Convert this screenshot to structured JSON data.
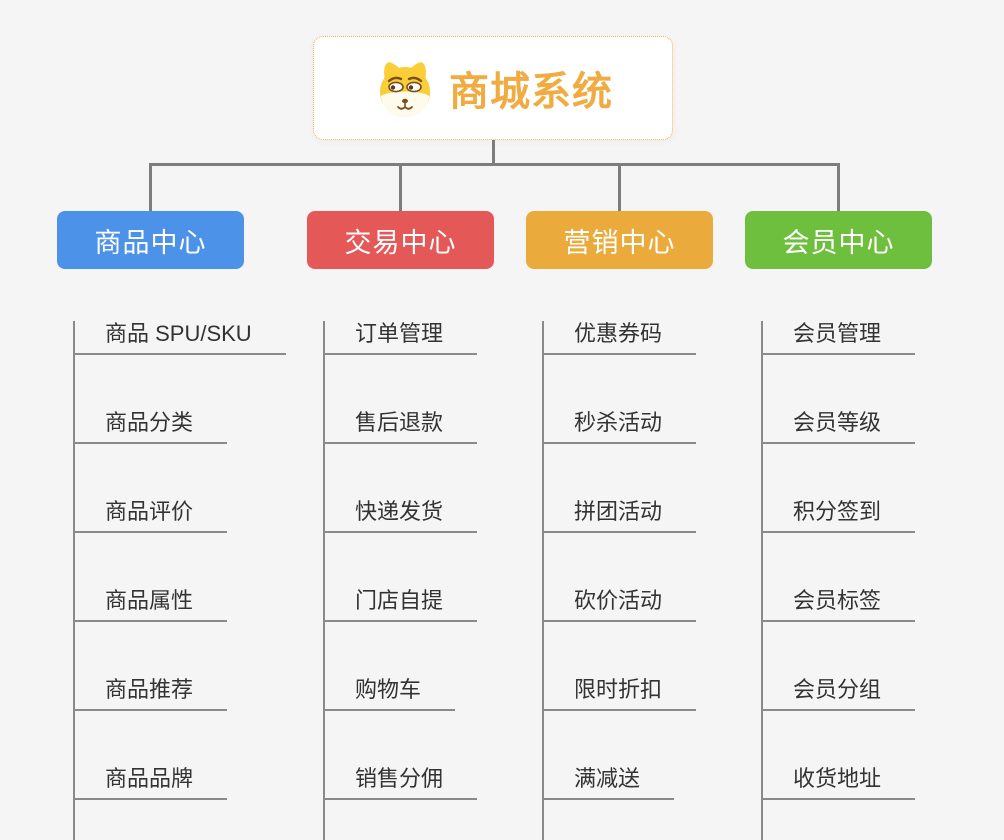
{
  "root": {
    "title": "商城系统",
    "icon": "dog-face-icon"
  },
  "branches": [
    {
      "label": "商品中心",
      "color": "#4C92E9",
      "children": [
        "商品 SPU/SKU",
        "商品分类",
        "商品评价",
        "商品属性",
        "商品推荐",
        "商品品牌"
      ]
    },
    {
      "label": "交易中心",
      "color": "#E45858",
      "children": [
        "订单管理",
        "售后退款",
        "快递发货",
        "门店自提",
        "购物车",
        "销售分佣"
      ]
    },
    {
      "label": "营销中心",
      "color": "#EBAB3C",
      "children": [
        "优惠券码",
        "秒杀活动",
        "拼团活动",
        "砍价活动",
        "限时折扣",
        "满减送"
      ]
    },
    {
      "label": "会员中心",
      "color": "#6FBF3F",
      "children": [
        "会员管理",
        "会员等级",
        "积分签到",
        "会员标签",
        "会员分组",
        "收货地址"
      ]
    }
  ],
  "colors": {
    "background": "#F5F5F5",
    "root_accent": "#F0AC43",
    "root_border": "#F2AC4B",
    "connector": "#7D7D7D",
    "leaf_line": "#8A8A8A",
    "leaf_text": "#333333"
  }
}
